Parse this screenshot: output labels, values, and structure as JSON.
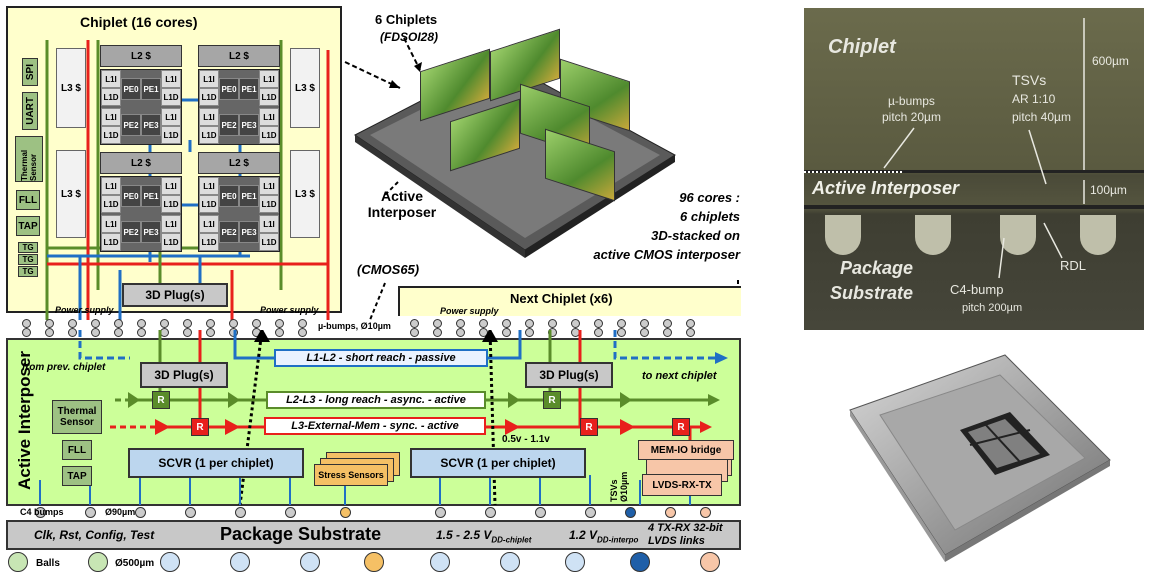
{
  "chiplet": {
    "title": "Chiplet (16 cores)",
    "side_blocks": [
      "SPI",
      "UART",
      "Thermal Sensor",
      "FLL",
      "TAP",
      "TG",
      "TG",
      "TG"
    ],
    "l3_label": "L3 $",
    "l2_label": "L2 $",
    "cells": {
      "l1i": "L1I",
      "l1d": "L1D",
      "pe0": "PE0",
      "pe1": "PE1",
      "pe2": "PE2",
      "pe3": "PE3"
    },
    "plug": "3D Plug(s)",
    "power_supply": "Power supply"
  },
  "render": {
    "title": "6 Chiplets",
    "tech": "(FDSOI28)",
    "interposer_label": "Active Interposer",
    "interposer_tech": "(CMOS65)",
    "summary_lines": [
      "96 cores :",
      "6 chiplets",
      "3D-stacked on",
      "active CMOS interposer"
    ]
  },
  "next_chiplet": {
    "title": "Next Chiplet (x6)",
    "power_supply": "Power supply"
  },
  "ubumps_label": "µ-bumps, Ø10µm",
  "interposer": {
    "title": "Active Interposer",
    "from_prev": "from prev. chiplet",
    "to_next": "to next chiplet",
    "plug_left": "3D Plug(s)",
    "plug_right": "3D Plug(s)",
    "bus1": "L1-L2 - short reach - passive",
    "bus2": "L2-L3 - long reach - async. - active",
    "bus3": "L3-External-Mem - sync. - active",
    "router": "R",
    "thermal": "Thermal Sensor",
    "fll": "FLL",
    "tap": "TAP",
    "scvr1": "SCVR (1 per chiplet)",
    "scvr2": "SCVR (1 per chiplet)",
    "stress": "Stress Sensors",
    "voltage": "0.5v - 1.1v",
    "memio": "MEM-IO bridge",
    "lvds": "LVDS-RX-TX",
    "tsvs": "TSVs Ø10µm"
  },
  "c4_label": "C4 bumps",
  "c4_diam": "Ø90µm",
  "substrate": {
    "left": "Clk, Rst, Config, Test",
    "title": "Package Substrate",
    "v1": "1.5 - 2.5 V",
    "v1_sub": "DD-chiplet",
    "v2": "1.2 V",
    "v2_sub": "DD-interpo",
    "links1": "4 TX-RX 32-bit",
    "links2": "LVDS links"
  },
  "balls_label": "Balls",
  "balls_diam": "Ø500µm",
  "cross_section": {
    "chiplet": "Chiplet",
    "thick600": "600µm",
    "ubumps": "µ-bumps",
    "ubumps_pitch": "pitch 20µm",
    "tsvs": "TSVs",
    "tsvs_ar": "AR 1:10",
    "tsvs_pitch": "pitch 40µm",
    "interposer": "Active Interposer",
    "thick100": "100µm",
    "package": "Package",
    "substrate": "Substrate",
    "c4": "C4-bump",
    "c4_pitch": "pitch 200µm",
    "rdl": "RDL"
  },
  "colors": {
    "red": "#e8201c",
    "green": "#5a8c2a",
    "blue": "#1f6fc5",
    "orange": "#f5c065",
    "dark_blue": "#1f5fa8",
    "salmon": "#f7c6a8"
  }
}
